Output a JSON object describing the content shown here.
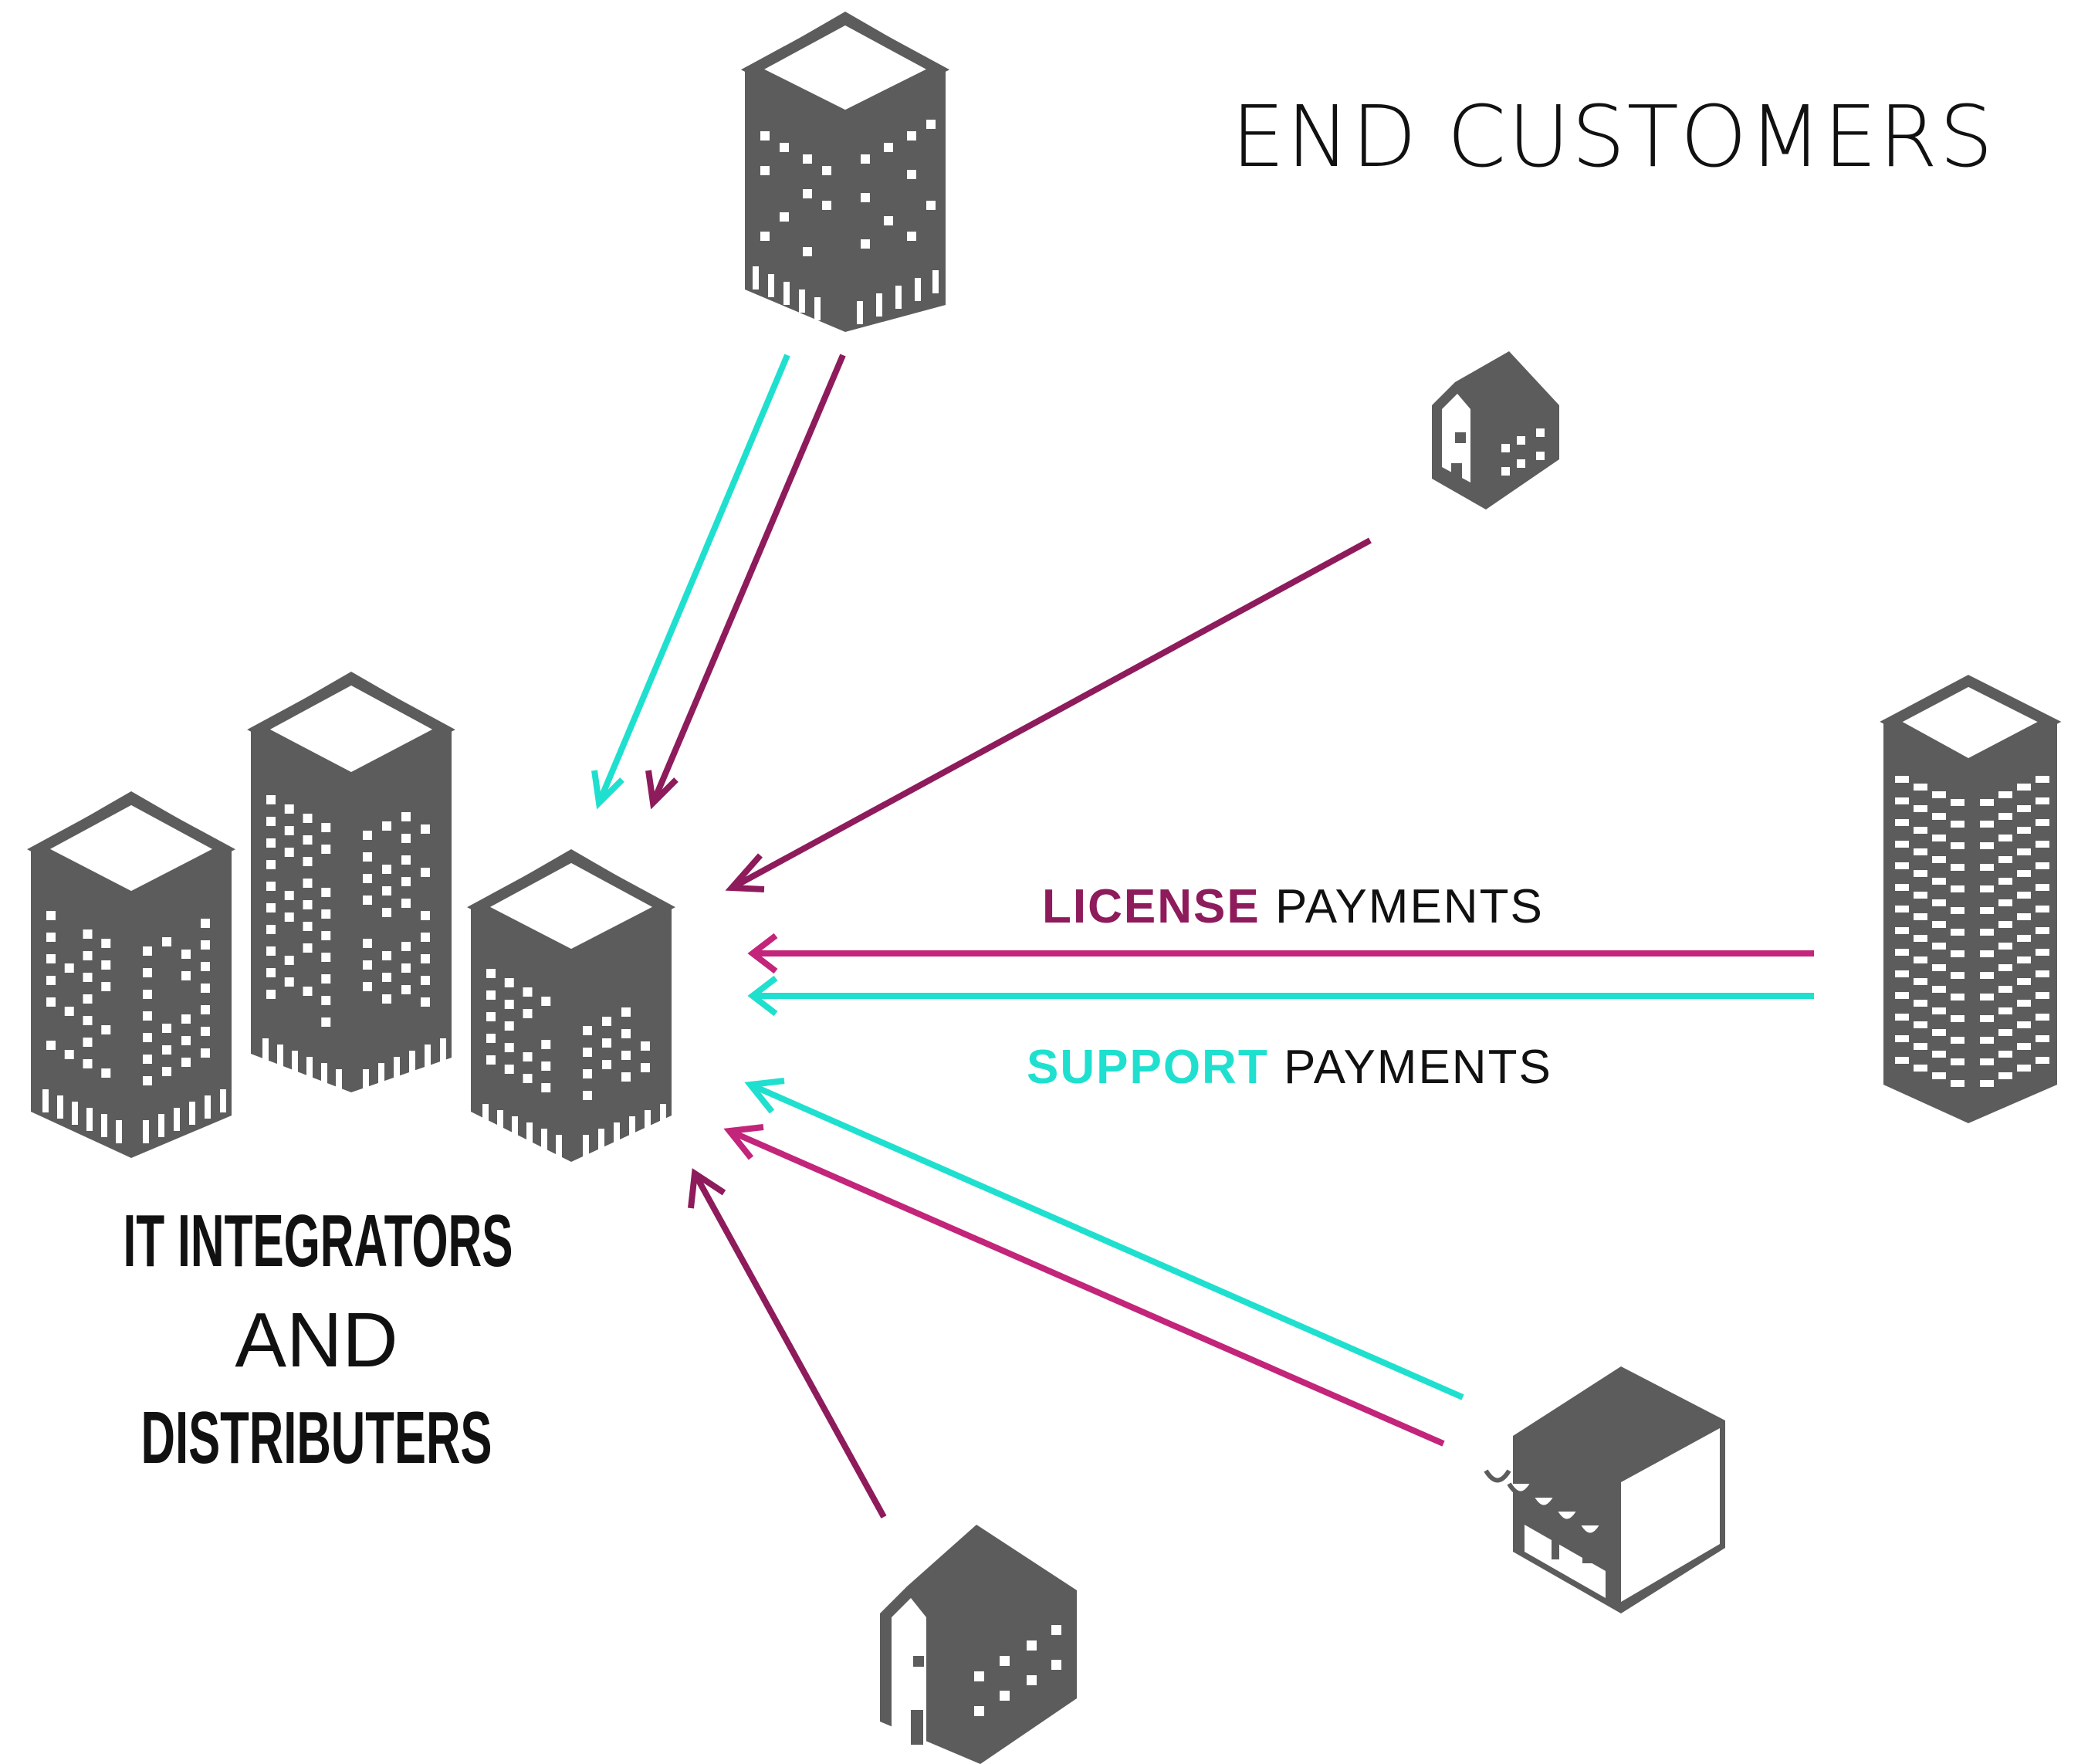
{
  "title": "END CUSTOMERS",
  "group": {
    "line1": "IT INTEGRATORS",
    "line2": "AND",
    "line3": "DISTRIBUTERS"
  },
  "legend": {
    "license_strong": "LICENSE",
    "license_rest": " PAYMENTS",
    "support_strong": "SUPPORT",
    "support_rest": " PAYMENTS"
  },
  "colors": {
    "license_dark": "#8e1b5b",
    "license_pink": "#c2257a",
    "support": "#1fe0cf",
    "building": "#5c5c5c"
  },
  "icons": [
    "office-tower-icon",
    "small-house-icon",
    "skyscraper-icon",
    "storefront-icon",
    "house-icon",
    "building-cluster-icon"
  ]
}
